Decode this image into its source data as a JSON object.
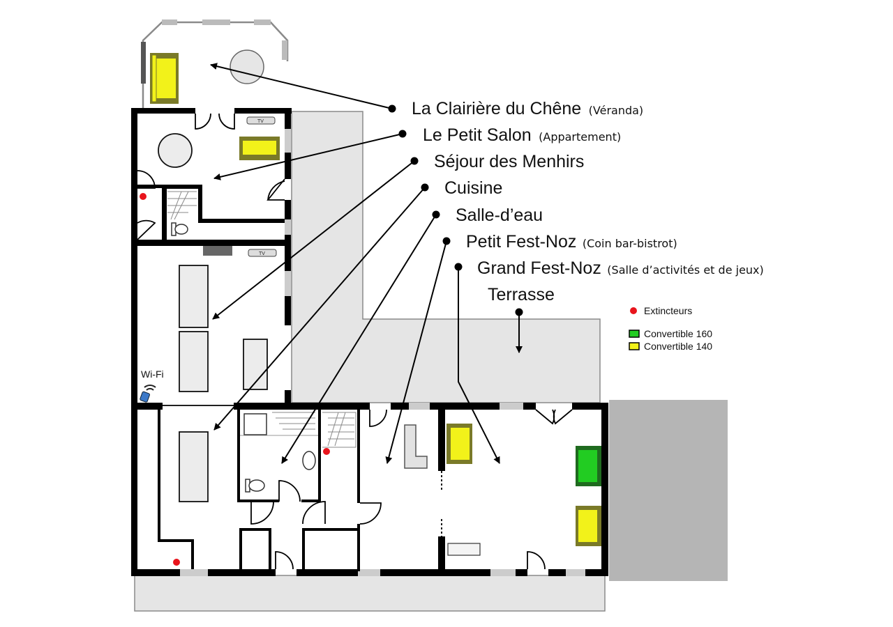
{
  "rooms": [
    {
      "name": "La Clairière du Chêne",
      "note": "(Véranda)"
    },
    {
      "name": "Le Petit Salon",
      "note": "(Appartement)"
    },
    {
      "name": "Séjour des Menhirs",
      "note": ""
    },
    {
      "name": "Cuisine",
      "note": ""
    },
    {
      "name": "Salle-d’eau",
      "note": ""
    },
    {
      "name": "Petit Fest-Noz",
      "note": "(Coin bar-bistrot)"
    },
    {
      "name": "Grand Fest-Noz",
      "note": "(Salle d’activités et de jeux)"
    },
    {
      "name": "Terrasse",
      "note": ""
    }
  ],
  "legend": {
    "extinguishers": "Extincteurs",
    "convertible_160": "Convertible 160",
    "convertible_140": "Convertible 140"
  },
  "labels": {
    "wifi": "Wi-Fi",
    "tv": "TV"
  },
  "colors": {
    "extinguisher": "#e8141c",
    "convertible_160": "#22cc22",
    "convertible_140": "#f2f21a",
    "sofa_frame": "#7a7a28",
    "outdoor": "#e5e5e5",
    "parking": "#b5b5b5",
    "wall": "#000000"
  }
}
